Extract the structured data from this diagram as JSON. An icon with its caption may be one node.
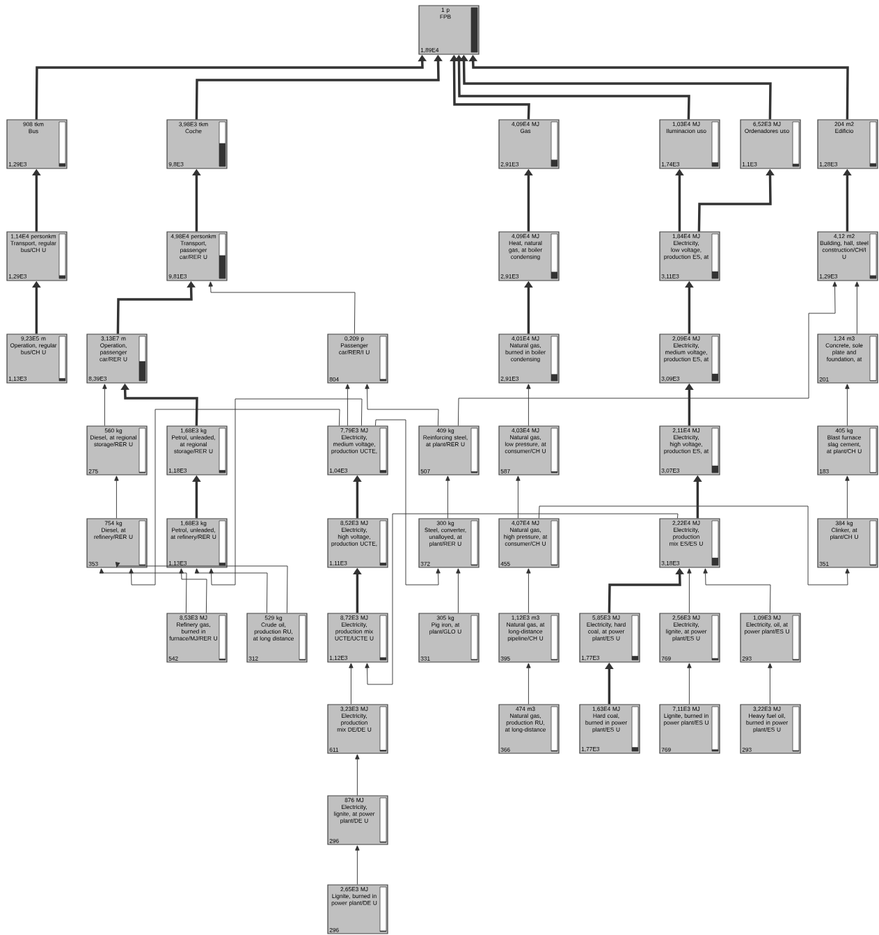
{
  "diagram": {
    "nodes": [
      {
        "text": [
          "1 p",
          "FPB",
          "1,89E4"
        ]
      },
      {
        "text": [
          "908 tkm",
          "Bus",
          "1,29E3"
        ]
      },
      {
        "text": [
          "3,98E3 tkm",
          "Coche",
          "9,8E3"
        ]
      },
      {
        "text": [
          "4,09E4 MJ",
          "Gas",
          "2,91E3"
        ]
      },
      {
        "text": [
          "1,03E4 MJ",
          "Iluminacion uso",
          "1,74E3"
        ]
      },
      {
        "text": [
          "6,52E3 MJ",
          "Ordenadores uso",
          "1,1E3"
        ]
      },
      {
        "text": [
          "204 m2",
          "Edificio",
          "1,28E3"
        ]
      },
      {
        "text": [
          "1,14E4 personkm",
          "Transport, regular bus/CH U",
          "1,29E3"
        ]
      },
      {
        "text": [
          "4,98E4 personkm",
          "Transport, passenger car/RER U",
          "9,81E3"
        ]
      },
      {
        "text": [
          "4,09E4 MJ",
          "Heat, natural gas, at boiler condensing",
          "2,91E3"
        ]
      },
      {
        "text": [
          "1,84E4 MJ",
          "Electricity, low voltage, production ES, at",
          "3,11E3"
        ]
      },
      {
        "text": [
          "4,12 m2",
          "Building, hall, steel construction/CH/I U",
          "1,29E3"
        ]
      },
      {
        "text": [
          "9,23E5 m",
          "Operation, regular bus/CH U",
          "1,13E3"
        ]
      },
      {
        "text": [
          "3,13E7 m",
          "Operation, passenger car/RER U",
          "8,39E3"
        ]
      },
      {
        "text": [
          "0,209 p",
          "Passenger car/RER/I U",
          "804"
        ]
      },
      {
        "text": [
          "4,01E4 MJ",
          "Natural gas, burned in boiler condensing",
          "2,91E3"
        ]
      },
      {
        "text": [
          "2,09E4 MJ",
          "Electricity, medium voltage, production ES, at",
          "3,09E3"
        ]
      },
      {
        "text": [
          "1,24 m3",
          "Concrete, sole plate and foundation, at",
          "201"
        ]
      },
      {
        "text": [
          "560 kg",
          "Diesel, at regional storage/RER U",
          "275"
        ]
      },
      {
        "text": [
          "1,68E3 kg",
          "Petrol, unleaded, at regional storage/RER U",
          "1,18E3"
        ]
      },
      {
        "text": [
          "7,79E3 MJ",
          "Electricity, medium voltage, production UCTE,",
          "1,04E3"
        ]
      },
      {
        "text": [
          "409 kg",
          "Reinforcing steel, at plant/RER U",
          "507"
        ]
      },
      {
        "text": [
          "4,03E4 MJ",
          "Natural gas, low pressure, at consumer/CH U",
          "587"
        ]
      },
      {
        "text": [
          "2,11E4 MJ",
          "Electricity, high voltage, production ES, at",
          "3,07E3"
        ]
      },
      {
        "text": [
          "405 kg",
          "Blast furnace slag cement, at plant/CH U",
          "183"
        ]
      },
      {
        "text": [
          "754 kg",
          "Diesel, at refinery/RER U",
          "353"
        ]
      },
      {
        "text": [
          "1,68E3 kg",
          "Petrol, unleaded, at refinery/RER U",
          "1,13E3"
        ]
      },
      {
        "text": [
          "8,52E3 MJ",
          "Electricity, high voltage, production UCTE,",
          "1,11E3"
        ]
      },
      {
        "text": [
          "300 kg",
          "Steel, converter, unalloyed, at plant/RER U",
          "372"
        ]
      },
      {
        "text": [
          "4,07E4 MJ",
          "Natural gas, high pressure, at consumer/CH U",
          "455"
        ]
      },
      {
        "text": [
          "2,22E4 MJ",
          "Electricity, production mix ES/ES U",
          "3,18E3"
        ]
      },
      {
        "text": [
          "384 kg",
          "Clinker, at plant/CH U",
          "351"
        ]
      },
      {
        "text": [
          "8,53E3 MJ",
          "Refinery gas, burned in furnace/MJ/RER U",
          "542"
        ]
      },
      {
        "text": [
          "529 kg",
          "Crude oil, production RU, at long distance",
          "312"
        ]
      },
      {
        "text": [
          "8,72E3 MJ",
          "Electricity, production mix UCTE/UCTE U",
          "1,12E3"
        ]
      },
      {
        "text": [
          "305 kg",
          "Pig iron, at plant/GLO U",
          "331"
        ]
      },
      {
        "text": [
          "1,12E3 m3",
          "Natural gas, at long-distance pipeline/CH U",
          "395"
        ]
      },
      {
        "text": [
          "5,85E3 MJ",
          "Electricity, hard coal, at power plant/ES U",
          "1,77E3"
        ]
      },
      {
        "text": [
          "2,56E3 MJ",
          "Electricity, lignite, at power plant/ES U",
          "769"
        ]
      },
      {
        "text": [
          "1,09E3 MJ",
          "Electricity, oil, at power plant/ES U",
          "293"
        ]
      },
      {
        "text": [
          "3,23E3 MJ",
          "Electricity, production mix DE/DE U",
          "611"
        ]
      },
      {
        "text": [
          "474 m3",
          "Natural gas, production RU, at long-distance",
          "366"
        ]
      },
      {
        "text": [
          "1,63E4 MJ",
          "Hard coal, burned in power plant/ES U",
          "1,77E3"
        ]
      },
      {
        "text": [
          "7,11E3 MJ",
          "Lignite, burned in power plant/ES U",
          "769"
        ]
      },
      {
        "text": [
          "3,22E3 MJ",
          "Heavy fuel oil, burned in power plant/ES U",
          "293"
        ]
      },
      {
        "text": [
          "876 MJ",
          "Electricity, lignite, at power plant/DE U",
          "296"
        ]
      },
      {
        "text": [
          "2,65E3 MJ",
          "Lignite, burned in power plant/DE U",
          "296"
        ]
      }
    ],
    "edges": [
      {
        "from": 1,
        "to": 0,
        "arrow": "to",
        "style": "thick"
      },
      {
        "from": 2,
        "to": 0,
        "arrow": "to",
        "style": "thick"
      },
      {
        "from": 3,
        "to": 0,
        "arrow": "to",
        "style": "thick"
      },
      {
        "from": 4,
        "to": 0,
        "arrow": "to",
        "style": "thick"
      },
      {
        "from": 5,
        "to": 0,
        "arrow": "to",
        "style": "thick"
      },
      {
        "from": 6,
        "to": 0,
        "arrow": "to",
        "style": "thick"
      },
      {
        "from": 7,
        "to": 1,
        "arrow": "to",
        "style": "thick"
      },
      {
        "from": 8,
        "to": 2,
        "arrow": "to",
        "style": "thick"
      },
      {
        "from": 9,
        "to": 3,
        "arrow": "to",
        "style": "thick"
      },
      {
        "from": 10,
        "to": 4,
        "arrow": "to",
        "style": "thick"
      },
      {
        "from": 10,
        "to": 5,
        "arrow": "to",
        "style": "thick"
      },
      {
        "from": 11,
        "to": 6,
        "arrow": "to",
        "style": "thick"
      },
      {
        "from": 12,
        "to": 7,
        "arrow": "to",
        "style": "thick"
      },
      {
        "from": 13,
        "to": 8,
        "arrow": "to",
        "style": "thick"
      },
      {
        "from": 14,
        "to": 8,
        "arrow": "to"
      },
      {
        "from": 15,
        "to": 9,
        "arrow": "to",
        "style": "thick"
      },
      {
        "from": 16,
        "to": 10,
        "arrow": "to",
        "style": "thick"
      },
      {
        "from": 17,
        "to": 11,
        "arrow": "to"
      },
      {
        "from": 21,
        "to": 11,
        "arrow": "to"
      },
      {
        "from": 18,
        "to": 13,
        "arrow": "to"
      },
      {
        "from": 19,
        "to": 13,
        "arrow": "to",
        "style": "thick"
      },
      {
        "from": 20,
        "to": 14,
        "arrow": "to"
      },
      {
        "from": 21,
        "to": 14,
        "arrow": "to"
      },
      {
        "from": 20,
        "to": 25,
        "arrow": "to"
      },
      {
        "from": 20,
        "to": 26,
        "arrow": "to"
      },
      {
        "from": 20,
        "to": 28,
        "arrow": "to"
      },
      {
        "from": 28,
        "to": 21,
        "arrow": "to"
      },
      {
        "from": 35,
        "to": 28,
        "arrow": "to"
      },
      {
        "from": 25,
        "to": 18,
        "arrow": "to"
      },
      {
        "from": 26,
        "to": 19,
        "arrow": "to",
        "style": "thick"
      },
      {
        "from": 32,
        "to": 25,
        "arrow": "to"
      },
      {
        "from": 32,
        "to": 26,
        "arrow": "to"
      },
      {
        "from": 33,
        "to": 25,
        "arrow": "to"
      },
      {
        "from": 33,
        "to": 26,
        "arrow": "to"
      },
      {
        "from": 27,
        "to": 20,
        "arrow": "to",
        "style": "thick"
      },
      {
        "from": 34,
        "to": 27,
        "arrow": "to",
        "style": "thick"
      },
      {
        "from": 40,
        "to": 34,
        "arrow": "to"
      },
      {
        "from": 30,
        "to": 34,
        "arrow": "to"
      },
      {
        "from": 45,
        "to": 40,
        "arrow": "to"
      },
      {
        "from": 46,
        "to": 45,
        "arrow": "to"
      },
      {
        "from": 22,
        "to": 15,
        "arrow": "to"
      },
      {
        "from": 29,
        "to": 22,
        "arrow": "to"
      },
      {
        "from": 36,
        "to": 29,
        "arrow": "to"
      },
      {
        "from": 41,
        "to": 36,
        "arrow": "to"
      },
      {
        "from": 29,
        "to": 31,
        "arrow": "to"
      },
      {
        "from": 23,
        "to": 16,
        "arrow": "to",
        "style": "thick"
      },
      {
        "from": 30,
        "to": 23,
        "arrow": "to",
        "style": "thick"
      },
      {
        "from": 37,
        "to": 30,
        "arrow": "to",
        "style": "thick"
      },
      {
        "from": 38,
        "to": 30,
        "arrow": "to"
      },
      {
        "from": 39,
        "to": 30,
        "arrow": "to"
      },
      {
        "from": 42,
        "to": 37,
        "arrow": "to",
        "style": "thick"
      },
      {
        "from": 43,
        "to": 38,
        "arrow": "to"
      },
      {
        "from": 44,
        "to": 39,
        "arrow": "to"
      },
      {
        "from": 24,
        "to": 17,
        "arrow": "to"
      },
      {
        "from": 31,
        "to": 24,
        "arrow": "to"
      }
    ]
  }
}
